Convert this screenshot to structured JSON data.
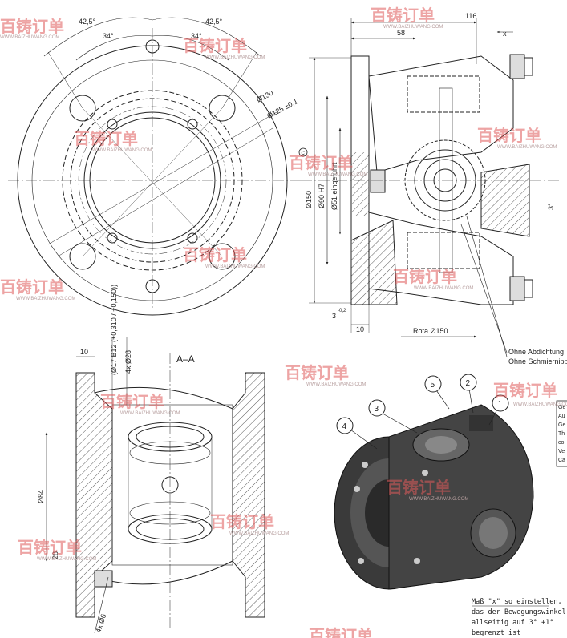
{
  "front_view": {
    "angle_outer_left": "42,5°",
    "angle_inner_left": "34°",
    "angle_outer_right": "42,5°",
    "angle_inner_right": "34°",
    "dia_130": "Ø130",
    "dia_125": "Ø125 ±0,1"
  },
  "side_view": {
    "dim_116": "116",
    "dim_58": "58",
    "dim_x": "x",
    "dia_150": "Ø150",
    "dia_90": "Ø90 H7",
    "dia_51": "Ø51 eingeführt",
    "angle_3": "3°",
    "dim_3": "3",
    "dim_3_tol": "-0,2",
    "dim_10": "10",
    "rota": "Rota Ø150",
    "section_marker": "C",
    "note_line1": "Ohne Abdichtung",
    "note_line2": "Ohne Schmiernippel"
  },
  "section_view": {
    "title": "A–A",
    "dim_10": "10",
    "dia_17": "(Ø17 B12 (+0,310 / +0,150))",
    "holes_28": "4x Ø28",
    "dia_84": "Ø84",
    "dim_28": "28",
    "holes_6": "4x Ø6"
  },
  "iso_view": {
    "balloons": [
      "1",
      "2",
      "3",
      "4",
      "5"
    ]
  },
  "title_block_partial": {
    "lines": [
      "Ge",
      "Au",
      "Ge",
      "Th",
      "co",
      "Ve",
      "Ca"
    ]
  },
  "adjust_note": {
    "line1": "Maß \"x\" so einstellen,",
    "line2": "das der Bewegungswinkel",
    "line3": "allseitig auf 3° +1°",
    "line4": "begrenzt ist"
  },
  "watermark": {
    "brand": "百铸订单",
    "url": "WWW.BAIZHUWANG.COM"
  }
}
